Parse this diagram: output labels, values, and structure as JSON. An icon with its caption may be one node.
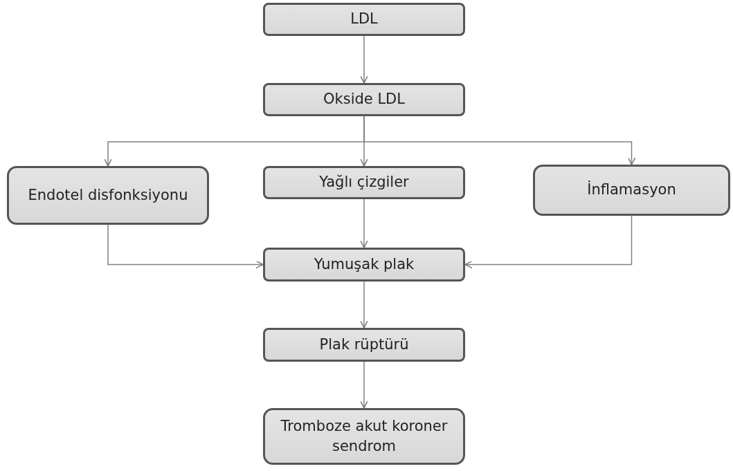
{
  "diagram": {
    "nodes": [
      {
        "text": [
          "LDL"
        ]
      },
      {
        "text": [
          "Okside LDL"
        ]
      },
      {
        "text": [
          "Endotel disfonksiyonu"
        ]
      },
      {
        "text": [
          "Yağlı çizgiler"
        ]
      },
      {
        "text": [
          "İnflamasyon"
        ]
      },
      {
        "text": [
          "Yumuşak plak"
        ]
      },
      {
        "text": [
          "Plak rüptürü"
        ]
      },
      {
        "text": [
          "Tromboze akut koroner sendrom"
        ]
      }
    ],
    "edges": [
      {
        "from": 0,
        "to": 1,
        "arrow": "to"
      },
      {
        "from": 1,
        "to": 2,
        "arrow": "to"
      },
      {
        "from": 1,
        "to": 3,
        "arrow": "to"
      },
      {
        "from": 1,
        "to": 4,
        "arrow": "to"
      },
      {
        "from": 2,
        "to": 5,
        "arrow": "to"
      },
      {
        "from": 3,
        "to": 5,
        "arrow": "to"
      },
      {
        "from": 4,
        "to": 5,
        "arrow": "to"
      },
      {
        "from": 5,
        "to": 6,
        "arrow": "to"
      },
      {
        "from": 6,
        "to": 7,
        "arrow": "to"
      }
    ]
  }
}
